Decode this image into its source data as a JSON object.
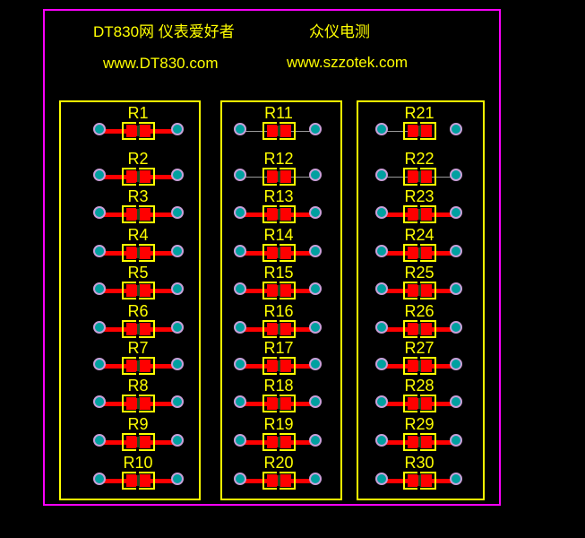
{
  "header": {
    "title_cn_left": "DT830网 仪表爱好者",
    "title_cn_right": "众仪电测",
    "url_left": "www.DT830.com",
    "url_right": "www.szzotek.com"
  },
  "colors": {
    "background": "#000000",
    "board_outline": "#ff00ff",
    "silkscreen": "#ffff00",
    "trace": "#ff0000",
    "pad": "#ff0000",
    "via": "#00a0a0",
    "ratsnest": "#9a9a9a"
  },
  "columns": [
    {
      "name": "column-1",
      "components": [
        {
          "ref": "R1",
          "traces": "both"
        },
        {
          "ref": "R2",
          "traces": "both"
        },
        {
          "ref": "R3",
          "traces": "both"
        },
        {
          "ref": "R4",
          "traces": "both"
        },
        {
          "ref": "R5",
          "traces": "both"
        },
        {
          "ref": "R6",
          "traces": "both"
        },
        {
          "ref": "R7",
          "traces": "both"
        },
        {
          "ref": "R8",
          "traces": "both"
        },
        {
          "ref": "R9",
          "traces": "both"
        },
        {
          "ref": "R10",
          "traces": "both"
        }
      ]
    },
    {
      "name": "column-2",
      "components": [
        {
          "ref": "R11",
          "traces": "ratsnest-both"
        },
        {
          "ref": "R12",
          "traces": "ratsnest-both"
        },
        {
          "ref": "R13",
          "traces": "both"
        },
        {
          "ref": "R14",
          "traces": "both"
        },
        {
          "ref": "R15",
          "traces": "both"
        },
        {
          "ref": "R16",
          "traces": "both"
        },
        {
          "ref": "R17",
          "traces": "both"
        },
        {
          "ref": "R18",
          "traces": "both"
        },
        {
          "ref": "R19",
          "traces": "both"
        },
        {
          "ref": "R20",
          "traces": "both"
        }
      ]
    },
    {
      "name": "column-3",
      "components": [
        {
          "ref": "R21",
          "traces": "ratsnest-left"
        },
        {
          "ref": "R22",
          "traces": "ratsnest-both"
        },
        {
          "ref": "R23",
          "traces": "both"
        },
        {
          "ref": "R24",
          "traces": "both"
        },
        {
          "ref": "R25",
          "traces": "both"
        },
        {
          "ref": "R26",
          "traces": "both"
        },
        {
          "ref": "R27",
          "traces": "both"
        },
        {
          "ref": "R28",
          "traces": "both"
        },
        {
          "ref": "R29",
          "traces": "both"
        },
        {
          "ref": "R30",
          "traces": "both"
        }
      ]
    }
  ]
}
